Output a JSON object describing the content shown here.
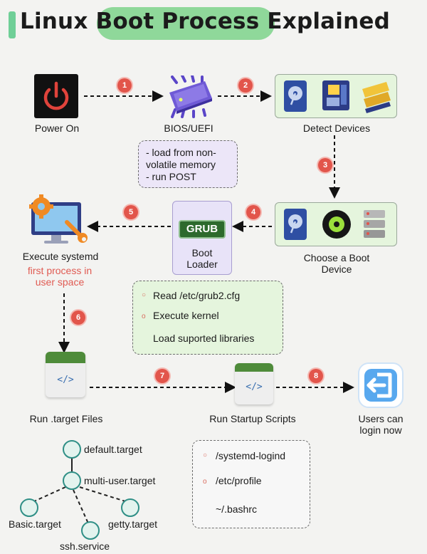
{
  "title": {
    "part1": "Linux",
    "highlight": "Boot Process",
    "part2": "Explained"
  },
  "steps": {
    "power_on": "Power On",
    "bios": "BIOS/UEFI",
    "detect": "Detect Devices",
    "choose_line1": "Choose a Boot",
    "choose_line2": "Device",
    "boot_loader_line1": "Boot",
    "boot_loader_line2": "Loader",
    "grub": "GRUB",
    "systemd": "Execute systemd",
    "systemd_note_line1": "first process in",
    "systemd_note_line2": "user space",
    "run_target": "Run .target Files",
    "run_scripts": "Run Startup Scripts",
    "users_line1": "Users can",
    "users_line2": "login now"
  },
  "bios_note": {
    "line1": "- load from non-",
    "line2": "volatile memory",
    "line3": "- run POST"
  },
  "grub_note": [
    "Read /etc/grub2.cfg",
    "Execute kernel",
    "Load suported libraries"
  ],
  "scripts_note": [
    "/systemd-logind",
    "/etc/profile",
    "~/.bashrc"
  ],
  "code_glyph": "</>",
  "badges": [
    "1",
    "2",
    "3",
    "4",
    "5",
    "6",
    "7",
    "8"
  ],
  "targets": {
    "default": "default.target",
    "multi_user": "multi-user.target",
    "basic": "Basic.target",
    "getty": "getty.target",
    "ssh": "ssh.service"
  },
  "colors": {
    "accent_green": "#8fd89a",
    "badge_red": "#e2554b",
    "note_red": "#e05a52"
  }
}
